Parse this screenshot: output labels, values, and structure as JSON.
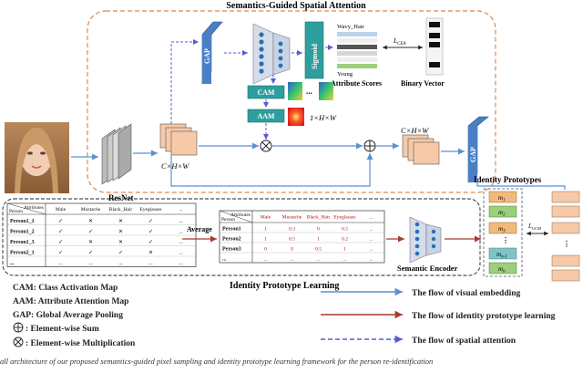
{
  "sga": {
    "title": "Semantics-Guided Spatial Attention",
    "gap": "GAP",
    "sigmoid": "Sigmoid",
    "wavy_hair": "Wavy_Hair",
    "young": "Young",
    "attribute_scores": "Attribute Scores",
    "binary_vector": "Binary Vector",
    "loss_cea": "L",
    "loss_cea_sub": "CEA",
    "cam": "CAM",
    "aam": "AAM",
    "ellipsis": "...",
    "map_dim": "1×H×W"
  },
  "backbone": {
    "resnet": "ResNet",
    "feat_dim_left": "C×H×W",
    "feat_dim_right": "C×H×W",
    "gap_right": "GAP"
  },
  "prototypes": {
    "title": "Identity Prototypes",
    "items": [
      "m",
      "m",
      "m",
      "m",
      "m"
    ],
    "subs": [
      "1",
      "2",
      "3",
      "n-1",
      "n"
    ],
    "loss_ucm": "L",
    "loss_ucm_sub": "UCM"
  },
  "table_left": {
    "corner_top": "Attributes",
    "corner_bottom": "Person",
    "headers": [
      "Male",
      "Mustache",
      "Black_Hair",
      "Eyeglasses",
      "..."
    ],
    "rows": [
      {
        "name": "Person1_1",
        "marks": [
          "✓",
          "✕",
          "✕",
          "✓",
          "..."
        ]
      },
      {
        "name": "Person1_2",
        "marks": [
          "✓",
          "✓",
          "✕",
          "✓",
          "..."
        ]
      },
      {
        "name": "Person1_3",
        "marks": [
          "✓",
          "✕",
          "✕",
          "✓",
          "..."
        ]
      },
      {
        "name": "Person2_1",
        "marks": [
          "✓",
          "✓",
          "✓",
          "✕",
          "..."
        ]
      },
      {
        "name": "...",
        "marks": [
          "...",
          "...",
          "...",
          "...",
          "..."
        ]
      }
    ]
  },
  "average_label": "Average",
  "table_right": {
    "corner_top": "Attributes",
    "corner_bottom": "Person",
    "headers": [
      "Male",
      "Mustache",
      "Black_Hair",
      "Eyeglasses",
      "..."
    ],
    "rows": [
      {
        "name": "Person1",
        "values": [
          "1",
          "0.3",
          "0",
          "0.5",
          "..."
        ]
      },
      {
        "name": "Person2",
        "values": [
          "1",
          "0.5",
          "1",
          "0.2",
          "..."
        ]
      },
      {
        "name": "Person3",
        "values": [
          "0",
          "0",
          "0.5",
          "1",
          "..."
        ]
      },
      {
        "name": "...",
        "values": [
          "...",
          "...",
          "...",
          "...",
          "..."
        ]
      }
    ]
  },
  "semantic_encoder": "Semantic Encoder",
  "identity_prototype_learning": "Identity Prototype Learning",
  "legend_left": [
    "CAM: Class Activation Map",
    "AAM: Attribute Attention Map",
    "GAP: Global Average Pooling",
    ": Element-wise Sum",
    ": Element-wise Multiplication"
  ],
  "legend_right": [
    "The flow of visual embedding",
    "The flow of identity prototype learning",
    "The flow of spatial attention"
  ],
  "caption_fragment": "all architecture of our proposed semantics-guided pixel sampling and identity prototype learning framework for the person re-identification",
  "colors": {
    "blue": "#5b8fd6",
    "gap_blue": "#4a7fc6",
    "teal": "#2e9e9e",
    "red_flow": "#a83b2f",
    "orange_border": "#e0894a",
    "peach": "#f6c9a8",
    "proto_green": "#9ccf7b",
    "proto_orange": "#f2b97a"
  }
}
